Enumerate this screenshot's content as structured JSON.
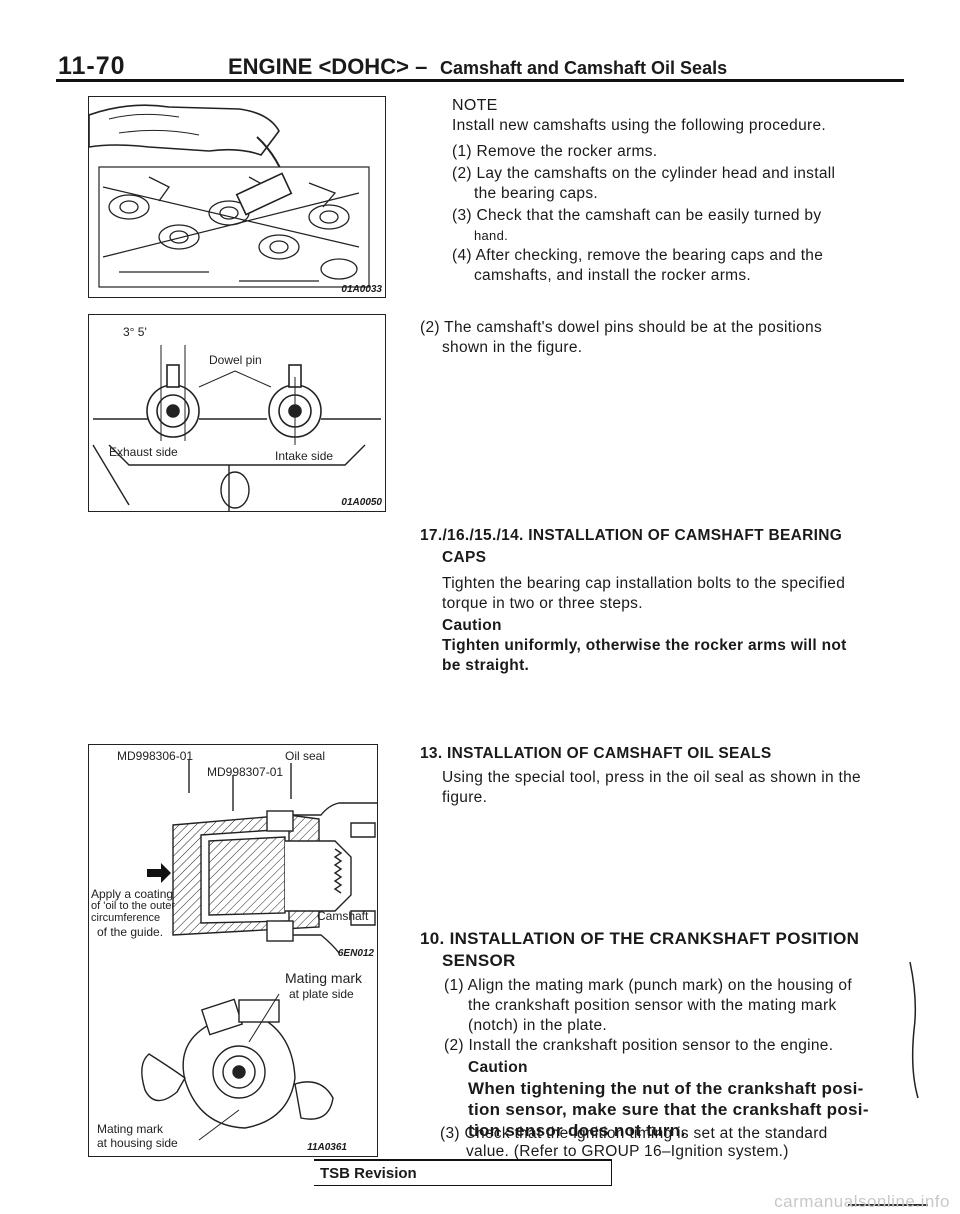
{
  "header": {
    "page_number": "11-70",
    "section": "ENGINE <DOHC>",
    "dash": "–",
    "subsection": "Camshaft and Camshaft Oil Seals"
  },
  "figures": {
    "fig1": {
      "code": "01A0033"
    },
    "fig2": {
      "code": "01A0050",
      "angle_label": "3° 5'",
      "dowel_label": "Dowel pin",
      "exhaust_label": "Exhaust side",
      "intake_label": "Intake side"
    },
    "fig3": {
      "code": "6EN012",
      "tool1": "MD998306-01",
      "tool2": "MD998307-01",
      "oil_seal": "Oil seal",
      "apply1": "Apply a coating",
      "apply2": "of 'oil to the outer",
      "apply3": "circumference",
      "apply4": "of the guide.",
      "camshaft": "Camshaft"
    },
    "fig4": {
      "code": "11A0361",
      "mark_plate1": "Mating mark",
      "mark_plate2": "at plate side",
      "mark_housing1": "Mating mark",
      "mark_housing2": "at housing side"
    }
  },
  "note": {
    "title": "NOTE",
    "intro": "Install new camshafts using the following procedure.",
    "steps": [
      "(1) Remove the rocker arms.",
      "(2) Lay the camshafts on the cylinder head and install",
      "the bearing caps.",
      "(3) Check that the camshaft can be easily turned by",
      "hand.",
      "(4) After checking, remove the bearing caps and the",
      "camshafts, and install the rocker arms."
    ]
  },
  "step_dowel": {
    "line1": "(2) The camshaft's dowel pins should be at the positions",
    "line2": "shown in the figure."
  },
  "sec_bearing_caps": {
    "title_num": "17./16./15./14.",
    "title1": "INSTALLATION OF CAMSHAFT BEARING",
    "title2": "CAPS",
    "body1": "Tighten the bearing cap installation bolts to the specified",
    "body2": "torque in two or three steps.",
    "caution_label": "Caution",
    "caution1": "Tighten uniformly, otherwise the rocker arms will not",
    "caution2": "be straight."
  },
  "sec_oil_seals": {
    "title": "13. INSTALLATION OF CAMSHAFT OIL SEALS",
    "body1": "Using the special tool, press in the oil seal as shown in the",
    "body2": "figure."
  },
  "sec_crank_sensor": {
    "title_num": "10.",
    "title1": "INSTALLATION OF THE CRANKSHAFT POSITION",
    "title2": "SENSOR",
    "s1a": "(1) Align the mating mark (punch mark) on the housing of",
    "s1b": "the crankshaft position sensor with the mating mark",
    "s1c": "(notch) in the plate.",
    "s2": "(2) Install the crankshaft position sensor to the engine.",
    "caution_label": "Caution",
    "caution1": "When tightening the nut of the crankshaft posi-",
    "caution2": "tion sensor, make sure that the crankshaft posi-",
    "caution3": "tion sensor does not turn.",
    "s3a": "(3) Check that the ignition timing is set at the standard",
    "s3b": "value. (Refer to GROUP 16–Ignition system.)"
  },
  "footer": {
    "tsb": "TSB Revision",
    "watermark": "carmanualsonline.info"
  }
}
